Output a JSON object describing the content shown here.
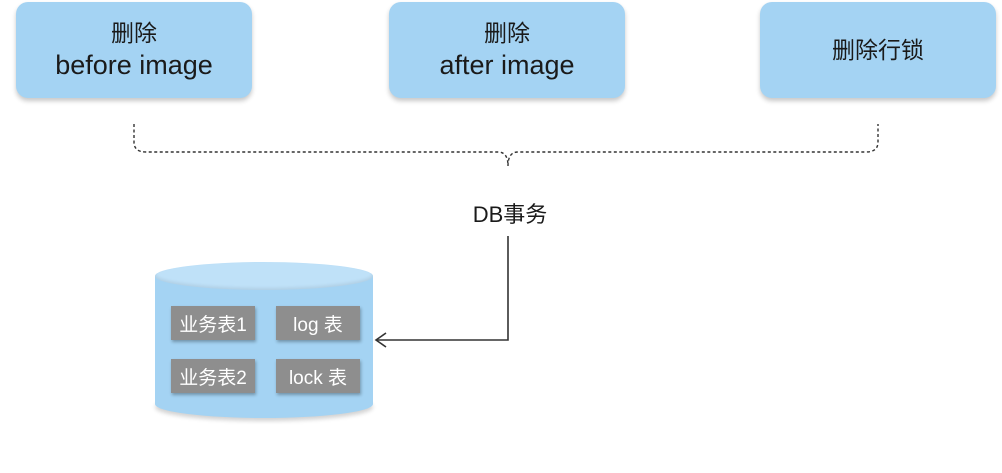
{
  "steps": [
    {
      "line1": "删除",
      "line2": "before image"
    },
    {
      "line1": "删除",
      "line2": "after image"
    },
    {
      "line1": "删除行锁"
    }
  ],
  "transaction_label": "DB事务",
  "database": {
    "tables": [
      "业务表1",
      "log 表",
      "业务表2",
      "lock 表"
    ]
  },
  "colors": {
    "box_fill": "#a4d3f3",
    "table_fill": "#8e8e8e",
    "line": "#333333"
  }
}
